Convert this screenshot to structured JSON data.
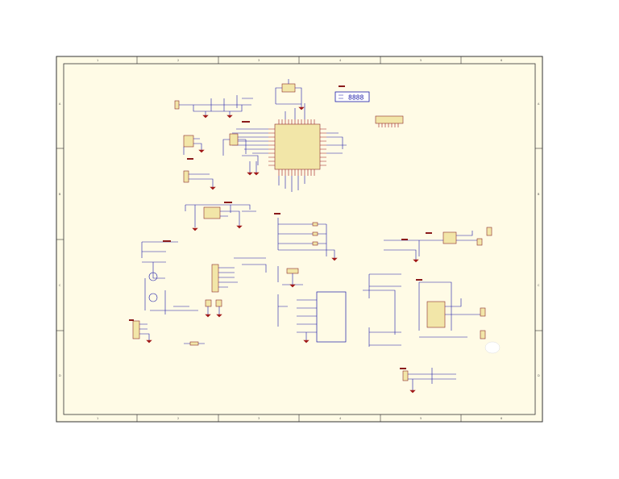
{
  "sheet": {
    "background_color": "#ffffff",
    "paper_color": "#fffbe6",
    "border_color": "#333333",
    "wire_color": "#1a1aa8",
    "component_outline_color": "#8a2a2a",
    "component_fill_color": "#f2e6a8",
    "column_markers": [
      "1",
      "2",
      "3",
      "4",
      "5",
      "6"
    ],
    "row_markers": [
      "A",
      "B",
      "C",
      "D"
    ]
  },
  "display": {
    "segment_text": "8888"
  }
}
